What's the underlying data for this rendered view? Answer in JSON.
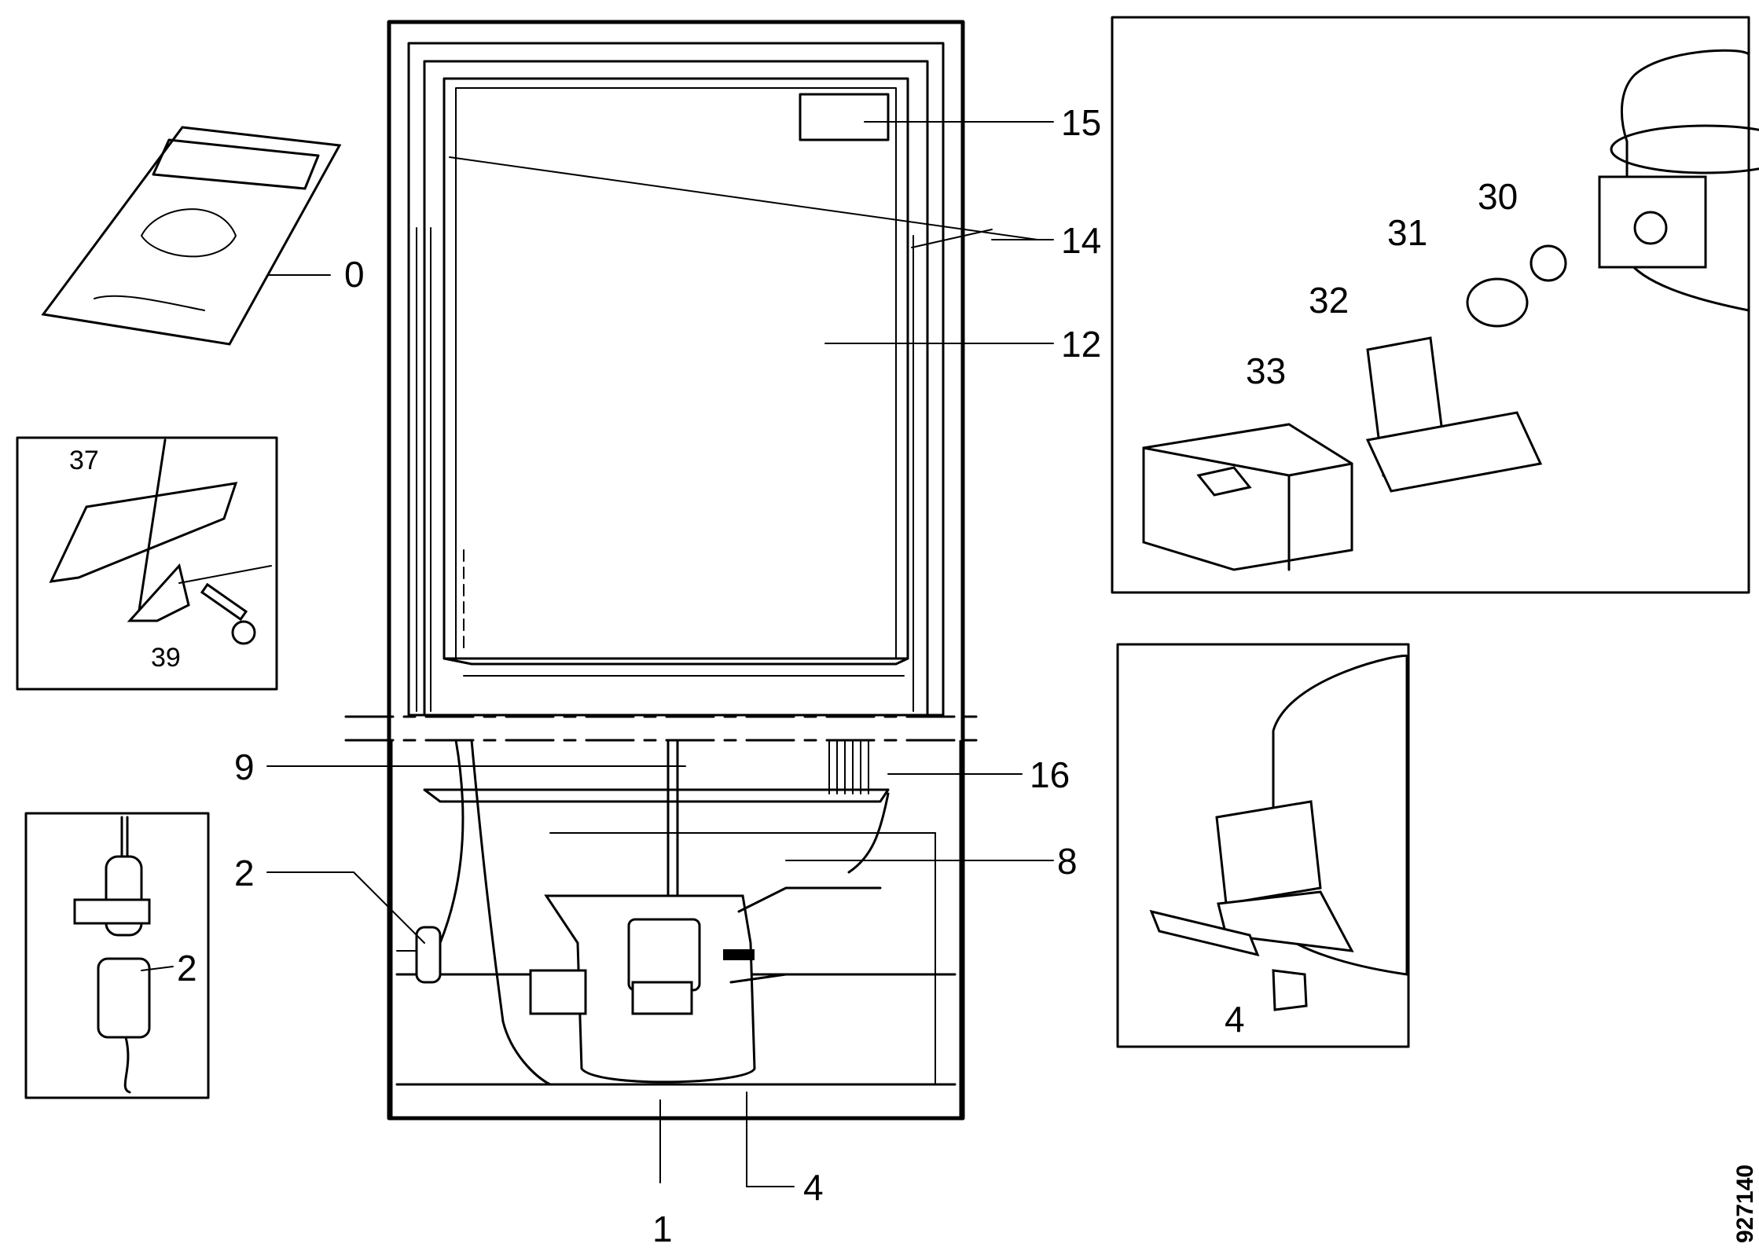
{
  "callouts": {
    "manual": "0",
    "compressor": "1",
    "drier": "2",
    "drier_detail": "2",
    "foot": "4",
    "foot_detail": "4",
    "housing": "8",
    "tube": "9",
    "liner": "12",
    "gasket": "14",
    "label": "15",
    "condenser": "16",
    "overload": "30",
    "clip": "31",
    "relay": "32",
    "cover": "33",
    "hinge": "37",
    "screw": "39"
  },
  "document_id": "927140"
}
